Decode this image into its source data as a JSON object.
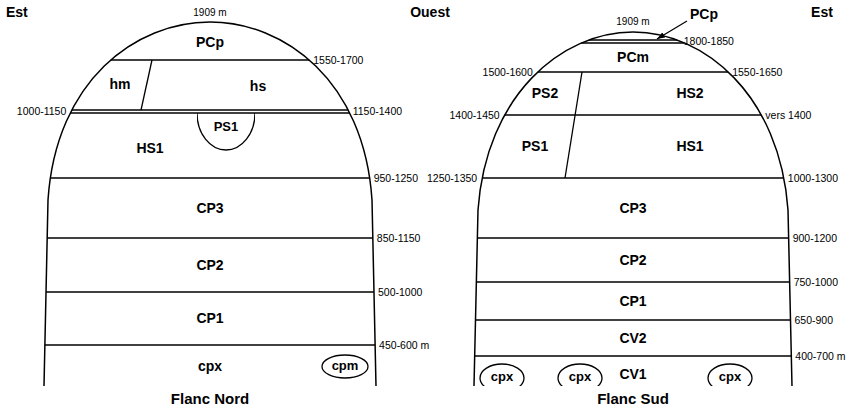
{
  "diagram": {
    "nodes": [
      {
        "text": [
          "1909 m",
          "Flanc Nord"
        ]
      },
      {
        "text": [
          "PS1"
        ],
        "in": 0
      },
      {
        "text": [
          "cpm"
        ],
        "in": 0
      },
      {
        "text": [
          "1909 m",
          "Flanc Sud"
        ]
      },
      {
        "text": [
          "cpx"
        ],
        "in": 3
      },
      {
        "text": [
          "cpx"
        ],
        "in": 3
      },
      {
        "text": [
          "cpx"
        ],
        "in": 3
      }
    ],
    "labels": [
      "Est",
      "Ouest",
      "Est",
      "PCp",
      "1550-1700",
      "hm",
      "hs",
      "1000-1150",
      "1150-1400",
      "HS1",
      "950-1250",
      "CP3",
      "850-1150",
      "CP2",
      "500-1000",
      "CP1",
      "450-600 m",
      "cpx",
      "PCp",
      "1800-1850",
      "PCm",
      "1500-1600",
      "1550-1650",
      "PS2",
      "HS2",
      "1400-1450",
      "vers 1400",
      "PS1",
      "HS1",
      "1250-1350",
      "1000-1300",
      "CP3",
      "900-1200",
      "CP2",
      "750-1000",
      "CP1",
      "650-900",
      "CV2",
      "400-700 m",
      "CV1"
    ]
  }
}
